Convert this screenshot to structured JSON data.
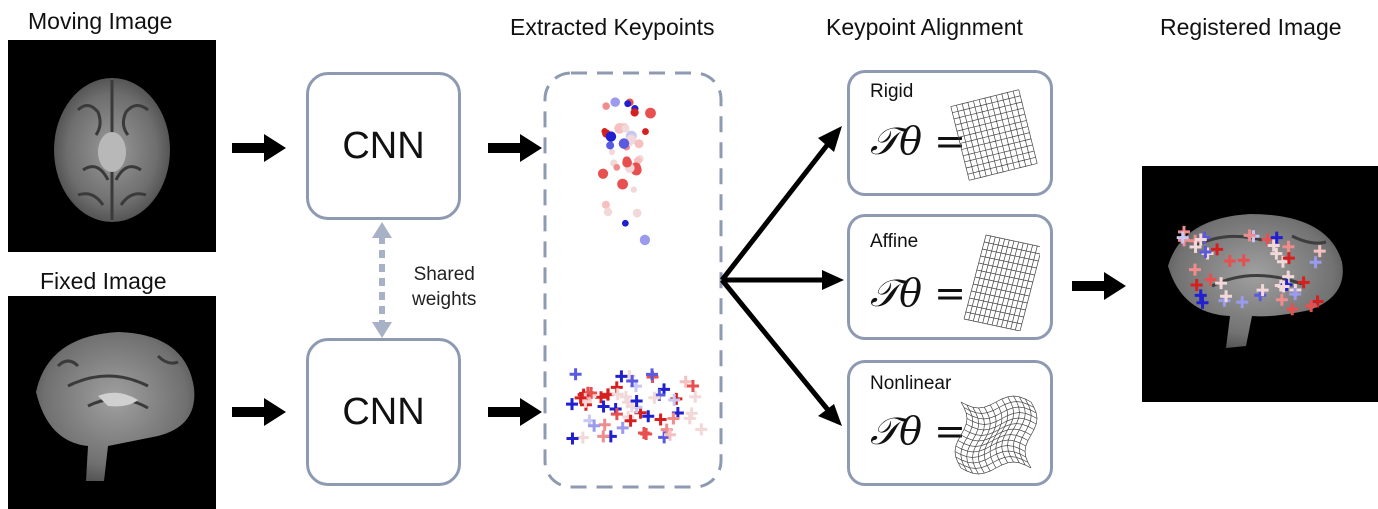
{
  "headings": {
    "moving": "Moving Image",
    "fixed": "Fixed Image",
    "keypoints": "Extracted Keypoints",
    "alignment": "Keypoint Alignment",
    "registered": "Registered Image"
  },
  "cnn": {
    "top_label": "CNN",
    "bottom_label": "CNN"
  },
  "shared_weights": {
    "line1": "Shared",
    "line2": "weights"
  },
  "alignments": [
    {
      "label": "Rigid",
      "formula": "𝒯θ ="
    },
    {
      "label": "Affine",
      "formula": "𝒯θ ="
    },
    {
      "label": "Nonlinear",
      "formula": "𝒯θ ="
    }
  ],
  "colors": {
    "box_border": "#8e9ab2",
    "arrow": "#000000",
    "keypoint_red": "#e03030",
    "keypoint_blue": "#2a2ad0"
  }
}
